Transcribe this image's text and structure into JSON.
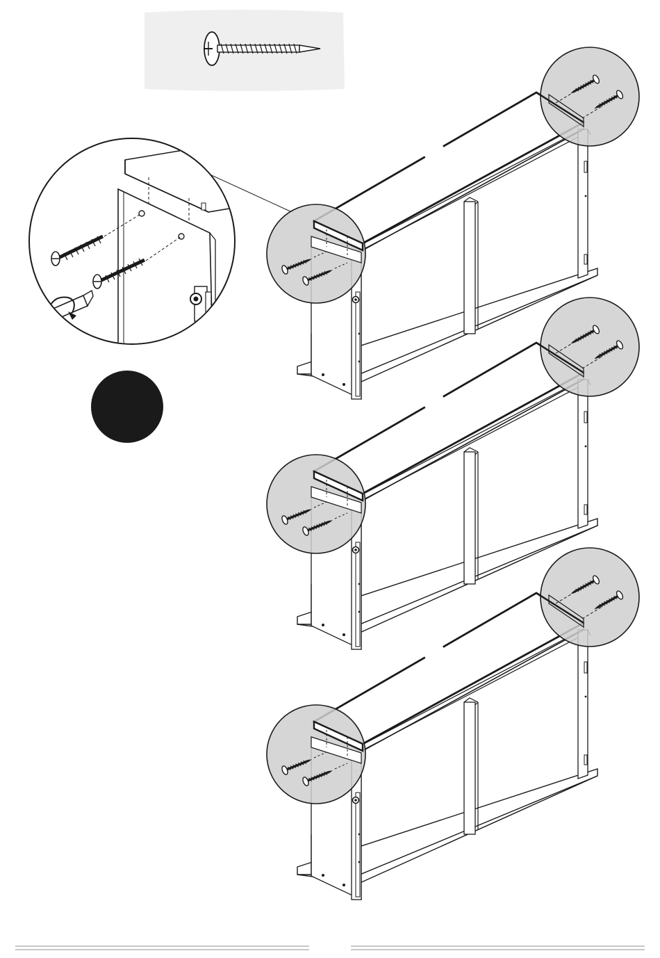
{
  "diagram": {
    "hardware_callout": {
      "part": "screw",
      "quantity_label": ""
    },
    "step_marker": {
      "label": ""
    },
    "units": [
      {
        "id": "unit-1"
      },
      {
        "id": "unit-2"
      },
      {
        "id": "unit-3"
      }
    ]
  },
  "colors": {
    "ink": "#1a1a1a",
    "magnifier_fill": "#cfcfcf",
    "callout_bg": "#efefef",
    "panel": "#ffffff",
    "footer_rule": "#b5b5b5"
  }
}
